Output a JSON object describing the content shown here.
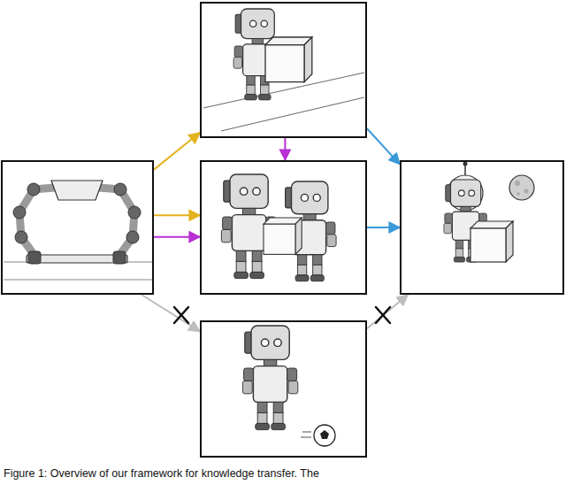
{
  "diagram": {
    "caption": "Figure 1: Overview of our framework for knowledge transfer. The",
    "nodes": [
      {
        "text": []
      },
      {
        "text": []
      },
      {
        "text": []
      },
      {
        "text": []
      },
      {
        "text": []
      }
    ],
    "edges": [
      {
        "from": 1,
        "to": 0,
        "arrow": "to"
      },
      {
        "from": 1,
        "to": 2,
        "arrow": "to"
      },
      {
        "from": 1,
        "to": 2,
        "arrow": "to"
      },
      {
        "from": 0,
        "to": 2,
        "arrow": "to"
      },
      {
        "from": 0,
        "to": 3,
        "arrow": "to"
      },
      {
        "from": 2,
        "to": 3,
        "arrow": "to"
      },
      {
        "from": 1,
        "to": 4,
        "arrow": "to"
      },
      {
        "from": 4,
        "to": 3,
        "arrow": "to"
      }
    ]
  }
}
